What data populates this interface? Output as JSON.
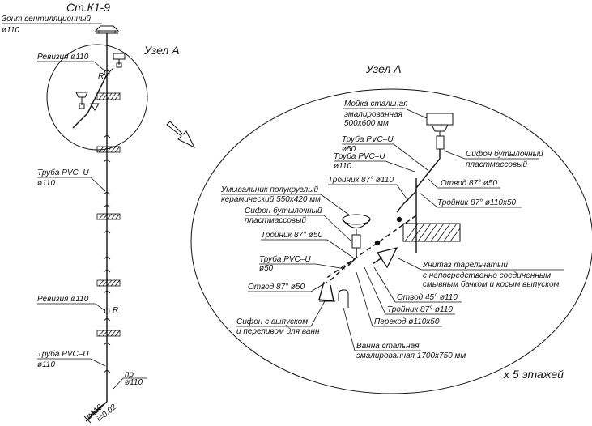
{
  "riser": {
    "title": "Ст.К1-9",
    "vent_hood": "Зонт вентиляционный",
    "vent_dia": "ø110",
    "revision_top": "Ревизия ø110",
    "r_mark": "R",
    "pipe_mid_1": "Труба PVC–U",
    "pipe_mid_2": "ø110",
    "revision_bottom": "Ревизия ø110",
    "r_mark_bottom": "R",
    "pipe_low_1": "Труба PVC–U",
    "pipe_low_2": "ø110",
    "pr_1": "пр",
    "pr_2": "ø110",
    "outlet_dia": "ø110",
    "outlet_slope": "i=0,02",
    "node_ref": "Узел А"
  },
  "node": {
    "title": "Узел А",
    "floors": "x 5 этажей",
    "labels": {
      "sink_1": "Мойка стальная",
      "sink_2": "эмалированная",
      "sink_3": "500x600 мм",
      "siphon_bottle_r_1": "Сифон бутылочный",
      "siphon_bottle_r_2": "пластмассовый",
      "pipe50_1": "Труба PVC–U",
      "pipe50_2": "ø50",
      "pipe110_1": "Труба PVC–U",
      "pipe110_2": "ø110",
      "bend87_50_top": "Отвод 87° ø50",
      "tee87_110": "Тройник 87° ø110",
      "tee87_110x50": "Тройник 87° ø110x50",
      "washbasin_1": "Умывальник полукруглый",
      "washbasin_2": "керамический 550x420 мм",
      "siphon_bottle_l_1": "Сифон бутылочный",
      "siphon_bottle_l_2": "пластмассовый",
      "tee87_50": "Тройник 87° ø50",
      "pipe50b_1": "Труба PVC–U",
      "pipe50b_2": "ø50",
      "bend87_50_low": "Отвод 87° ø50",
      "siphon_bath_1": "Сифон с выпуском",
      "siphon_bath_2": "и переливом для ванн",
      "wc_1": "Унитаз тарельчатый",
      "wc_2": "с непосредственно соединенным",
      "wc_3": "смывным бачком и косым выпуском",
      "bend45_110": "Отвод 45° ø110",
      "tee87_110_low": "Тройник 87° ø110",
      "reducer": "Переход ø110x50",
      "bath_1": "Ванна стальная",
      "bath_2": "эмалированная 1700x750 мм"
    }
  }
}
